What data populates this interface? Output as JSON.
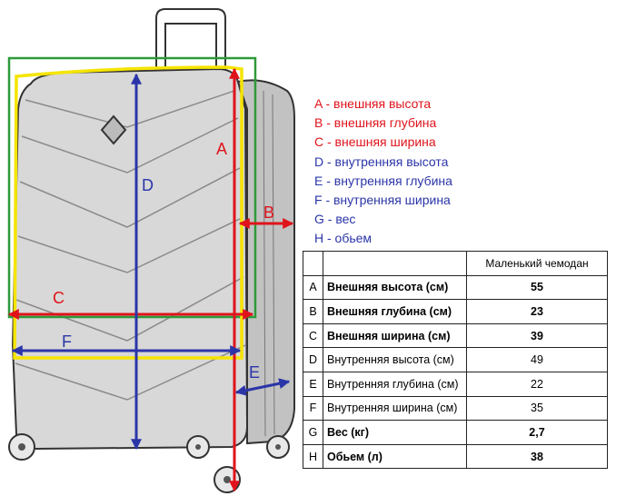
{
  "colors": {
    "red": "#e0131b",
    "blue": "#2b35a8",
    "yellow": "#f5e400",
    "green": "#2d9a3a"
  },
  "dimension_labels": {
    "A": "A",
    "B": "B",
    "C": "C",
    "D": "D",
    "E": "E",
    "F": "F"
  },
  "legend": [
    {
      "text": "A - внешняя высота",
      "color": "#e0131b"
    },
    {
      "text": "B - внешняя глубина",
      "color": "#e0131b"
    },
    {
      "text": "C - внешняя ширина",
      "color": "#e0131b"
    },
    {
      "text": "D - внутренняя высота",
      "color": "#2b35a8"
    },
    {
      "text": "E - внутренняя глубина",
      "color": "#2b35a8"
    },
    {
      "text": "F - внутренняя ширина",
      "color": "#2b35a8"
    },
    {
      "text": "G - вес",
      "color": "#2b35a8"
    },
    {
      "text": "H - обьем",
      "color": "#2b35a8"
    }
  ],
  "table": {
    "header": "Маленький чемодан",
    "rows": [
      {
        "letter": "A",
        "param": "Внешняя высота (см)",
        "value": "55",
        "bold": true
      },
      {
        "letter": "B",
        "param": "Внешняя глубина (см)",
        "value": "23",
        "bold": true
      },
      {
        "letter": "C",
        "param": "Внешняя ширина (см)",
        "value": "39",
        "bold": true
      },
      {
        "letter": "D",
        "param": "Внутренняя высота (см)",
        "value": "49",
        "bold": false
      },
      {
        "letter": "E",
        "param": "Внутренняя глубина (см)",
        "value": "22",
        "bold": false
      },
      {
        "letter": "F",
        "param": "Внутренняя ширина (см)",
        "value": "35",
        "bold": false
      },
      {
        "letter": "G",
        "param": "Вес (кг)",
        "value": "2,7",
        "bold": true
      },
      {
        "letter": "H",
        "param": "Обьем (л)",
        "value": "38",
        "bold": true
      }
    ]
  }
}
